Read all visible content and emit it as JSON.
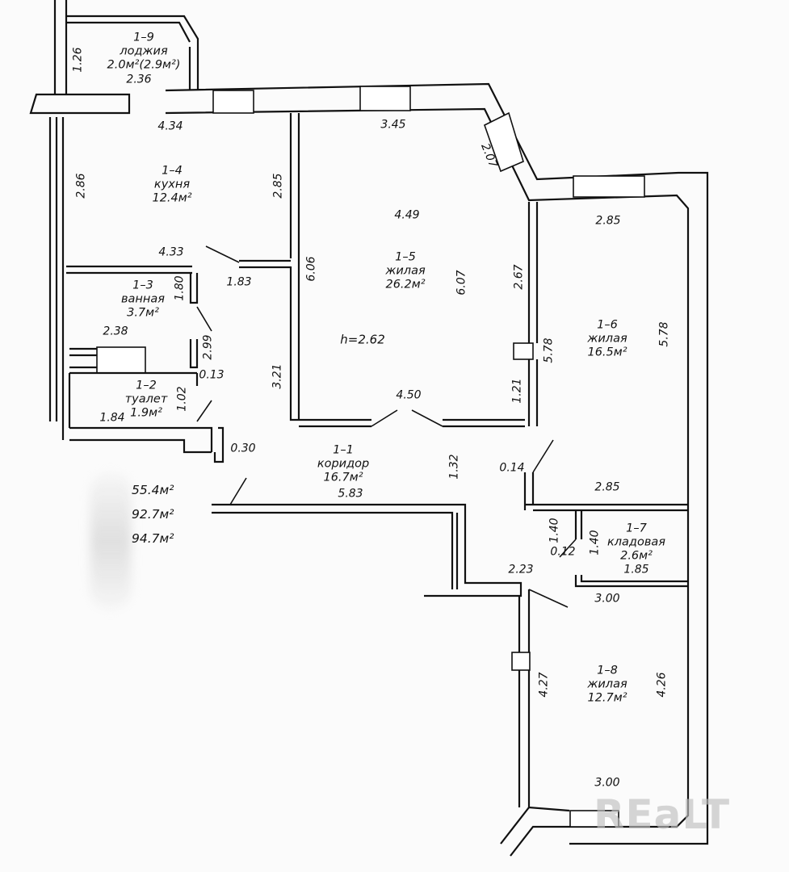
{
  "rooms": {
    "r19": {
      "code": "1–9",
      "name": "лоджия",
      "area": "2.0м²(2.9м²)"
    },
    "r14": {
      "code": "1–4",
      "name": "кухня",
      "area": "12.4м²"
    },
    "r15": {
      "code": "1–5",
      "name": "жилая",
      "area": "26.2м²"
    },
    "r16": {
      "code": "1–6",
      "name": "жилая",
      "area": "16.5м²"
    },
    "r13": {
      "code": "1–3",
      "name": "ванная",
      "area": "3.7м²"
    },
    "r12": {
      "code": "1–2",
      "name": "туалет",
      "area": "1.9м²"
    },
    "r11": {
      "code": "1–1",
      "name": "коридор",
      "area": "16.7м²"
    },
    "r17": {
      "code": "1–7",
      "name": "кладовая",
      "area": "2.6м²"
    },
    "r18": {
      "code": "1–8",
      "name": "жилая",
      "area": "12.7м²"
    }
  },
  "ceiling_height": "h=2.62",
  "dimensions": {
    "d126": "1.26",
    "d236": "2.36",
    "d434": "4.34",
    "d345": "3.45",
    "d207": "2.07",
    "d286": "2.86",
    "d285a": "2.85",
    "d449": "4.49",
    "d285b": "2.85",
    "d433": "4.33",
    "d606": "6.06",
    "d607": "6.07",
    "d267": "2.67",
    "d578a": "5.78",
    "d578b": "5.78",
    "d183": "1.83",
    "d180": "1.80",
    "d238": "2.38",
    "d299": "2.99",
    "d013": "0.13",
    "d321": "3.21",
    "d121": "1.21",
    "d450": "4.50",
    "d102": "1.02",
    "d184": "1.84",
    "d030": "0.30",
    "d132": "1.32",
    "d014": "0.14",
    "d583": "5.83",
    "d285c": "2.85",
    "d140a": "1.40",
    "d140b": "1.40",
    "d012": "0.12",
    "d185": "1.85",
    "d223": "2.23",
    "d300a": "3.00",
    "d427": "4.27",
    "d426": "4.26",
    "d300b": "3.00"
  },
  "totals": {
    "t1": "55.4м²",
    "t2": "92.7м²",
    "t3": "94.7м²"
  },
  "watermark": "REaLT"
}
